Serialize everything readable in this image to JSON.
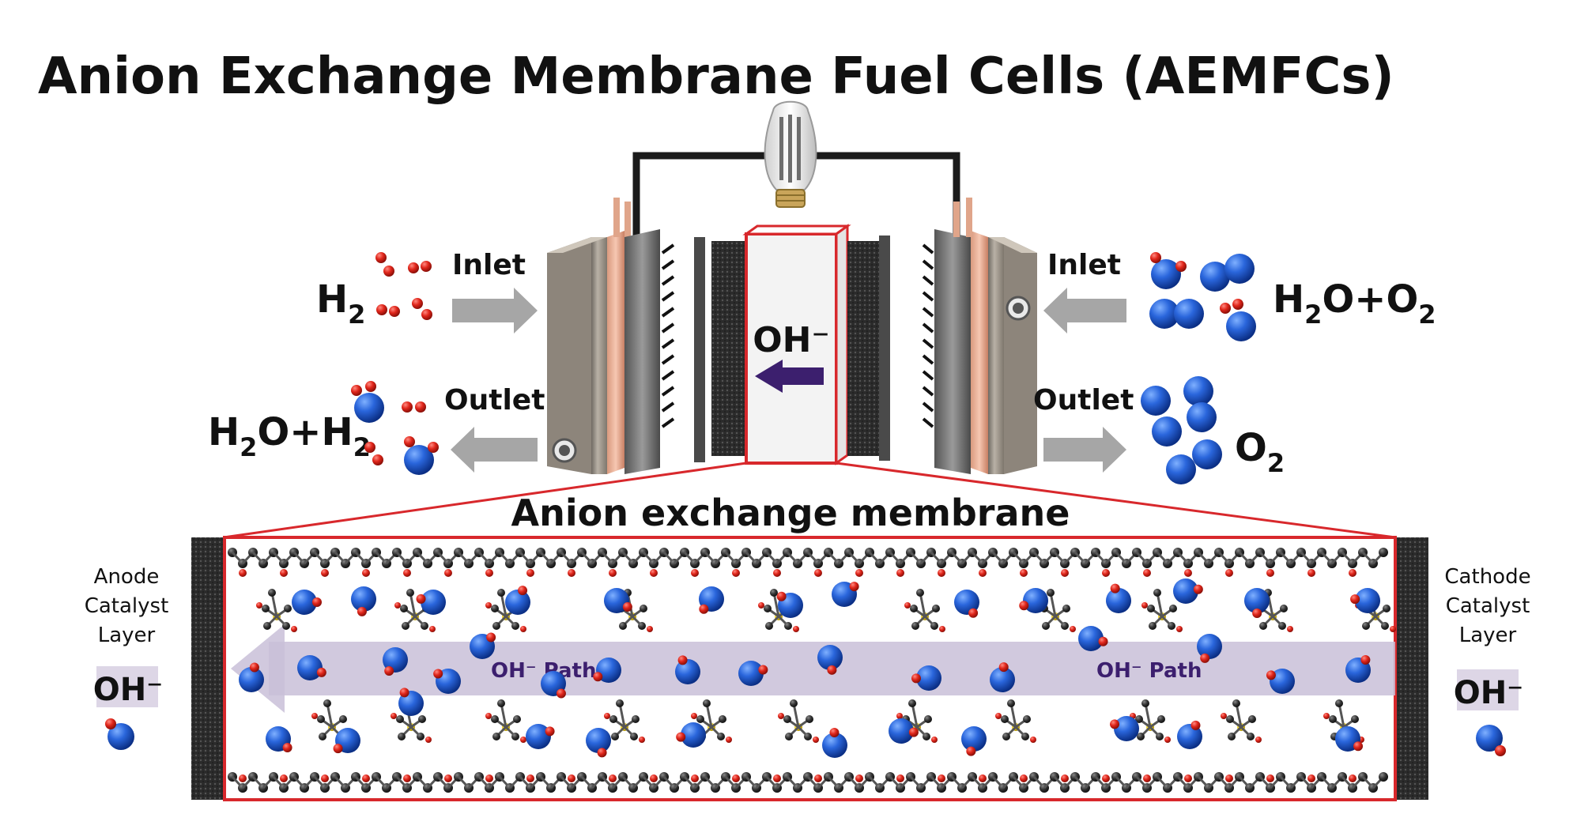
{
  "title": "Anion Exchange Membrane Fuel Cells (AEMFCs)",
  "anode_side": {
    "inlet_label": "Inlet",
    "inlet_species": "H",
    "inlet_species_sub": "2",
    "outlet_label": "Outlet",
    "outlet_species": [
      "H",
      "2",
      "O+H",
      "2"
    ]
  },
  "cathode_side": {
    "inlet_label": "Inlet",
    "inlet_species": [
      "H",
      "2",
      "O+O",
      "2"
    ],
    "outlet_label": "Outlet",
    "outlet_species": "O",
    "outlet_species_sub": "2"
  },
  "membrane_center_label": "OH⁻",
  "membrane_zoom_title": "Anion exchange membrane",
  "path_label_left": "OH⁻ Path",
  "path_label_right": "OH⁻ Path",
  "left_layer": {
    "label_lines": [
      "Anode",
      "Catalyst",
      "Layer"
    ],
    "ion": "OH⁻"
  },
  "right_layer": {
    "label_lines": [
      "Cathode",
      "Catalyst",
      "Layer"
    ],
    "ion": "OH⁻"
  },
  "colors": {
    "oxygen_red": "#d9261c",
    "blue_atom": "#1f5fd6",
    "carbon": "#2f2f2f",
    "sulfur_yellow": "#f2d21a",
    "frame_red": "#d8282c",
    "arrow_gray": "#a6a6a6",
    "path_band": "#c9bfd8",
    "membrane_arrow": "#3c1f6e"
  }
}
